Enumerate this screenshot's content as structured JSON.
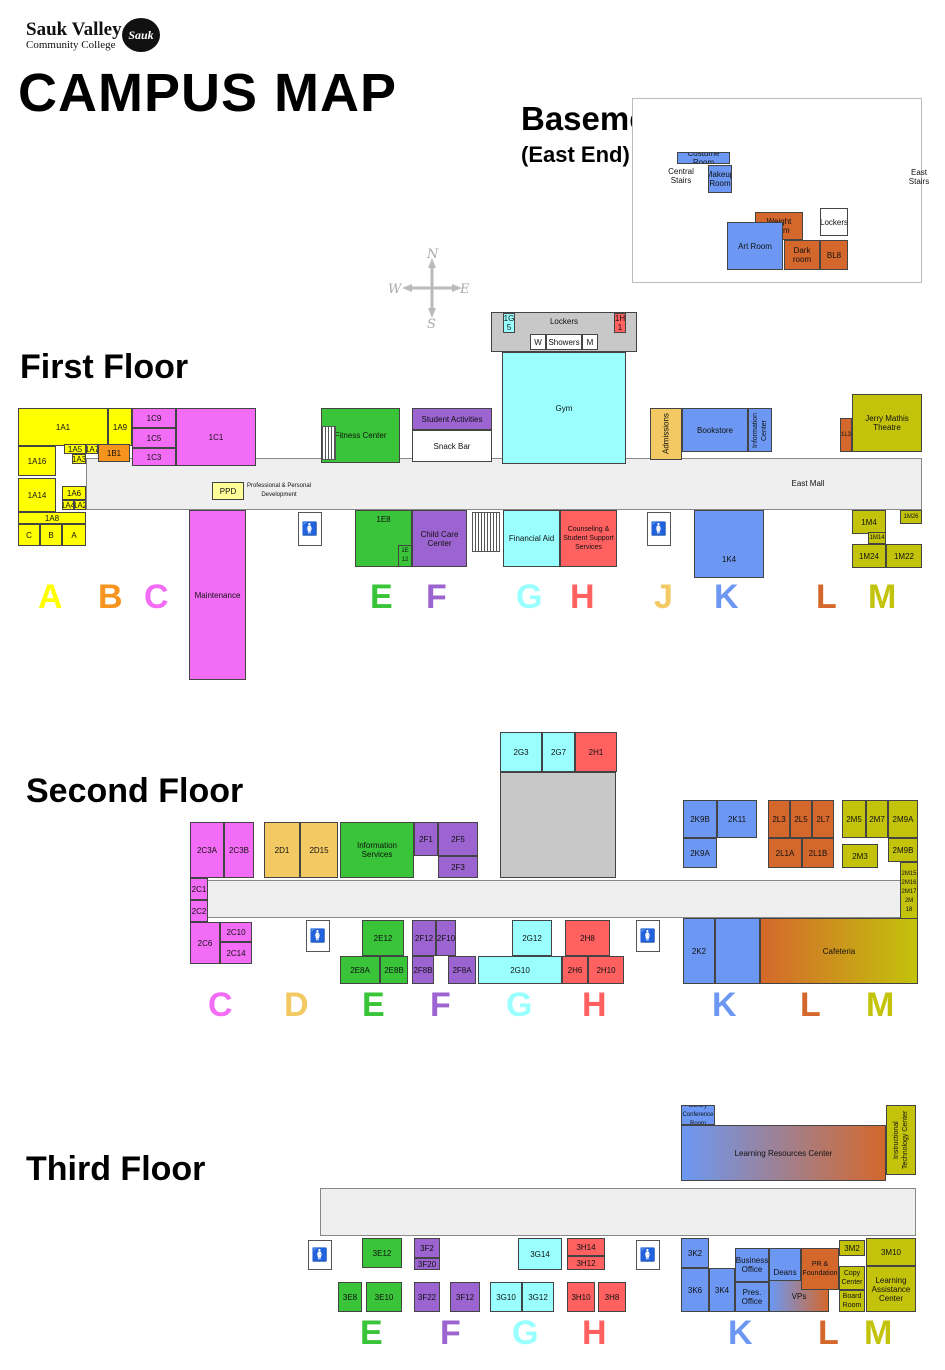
{
  "header": {
    "logo_line1": "Sauk Valley",
    "logo_line2": "Community College",
    "logo_badge": "Sauk",
    "title": "CAMPUS MAP"
  },
  "basement": {
    "title": "Basement",
    "subtitle": "(East End)",
    "rooms": {
      "costume": "Costume Room",
      "central_stairs": "Central Stairs",
      "makeup": "Makeup Room",
      "east_stairs": "East Stairs",
      "weight": "Weight Room",
      "lockers": "Lockers",
      "art": "Art Room",
      "dark": "Dark room",
      "bl8": "BL8"
    }
  },
  "compass": {
    "n": "N",
    "s": "S",
    "e": "E",
    "w": "W"
  },
  "first": {
    "title": "First Floor",
    "rooms": {
      "1a1": "1A1",
      "1a9": "1A9",
      "1a16": "1A16",
      "1a5": "1A5",
      "1a7": "1A7",
      "1a3": "1A3",
      "1a14": "1A14",
      "1a6": "1A6",
      "1a4": "1A4",
      "1a2": "1A2",
      "1a8": "1A8",
      "c": "C",
      "b": "B",
      "a": "A",
      "1b1": "1B1",
      "1c9": "1C9",
      "1c5": "1C5",
      "1c3": "1C3",
      "1c1": "1C1",
      "maintenance": "Maintenance",
      "ppd": "PPD",
      "ppd_label": "Professional & Personal Development",
      "fitness": "Fitness Center",
      "student_act": "Student Activities",
      "snack": "Snack Bar",
      "lockers": "Lockers",
      "1g5": "1G 5",
      "1h1": "1H 1",
      "w": "W",
      "showers": "Showers",
      "mm": "M",
      "gym": "Gym",
      "1e8": "1E8",
      "1e12": "1E 12",
      "child_care": "Child Care Center",
      "fin_aid": "Financial Aid",
      "counseling": "Counseling & Student Support Services",
      "admissions": "Admissions",
      "bookstore": "Bookstore",
      "info_center": "Information Center",
      "east_mall": "East Mall",
      "1k4": "1K4",
      "jerry": "Jerry Mathis Theatre",
      "1l3": "1L3",
      "1m4": "1M4",
      "1m26": "1M26",
      "1m14": "1M14",
      "1m24": "1M24",
      "1m22": "1M22"
    },
    "letters": [
      "A",
      "B",
      "C",
      "E",
      "F",
      "G",
      "H",
      "J",
      "K",
      "L",
      "M"
    ]
  },
  "second": {
    "title": "Second Floor",
    "rooms": {
      "2g3": "2G3",
      "2g7": "2G7",
      "2h1": "2H1",
      "2c3a": "2C3A",
      "2c3b": "2C3B",
      "2d1": "2D1",
      "2d15": "2D15",
      "info": "Information Services",
      "2f1": "2F1",
      "2f5": "2F5",
      "2f3": "2F3",
      "2k9b": "2K9B",
      "2k11": "2K11",
      "2k9a": "2K9A",
      "2l3": "2L3",
      "2l5": "2L5",
      "2l7": "2L7",
      "2l1a": "2L1A",
      "2l1b": "2L1B",
      "2m5": "2M5",
      "2m7": "2M7",
      "2m9a": "2M9A",
      "2m9b": "2M9B",
      "2m3": "2M3",
      "2m15": "2M15",
      "2m16": "2M16",
      "2m17": "2M17",
      "2m18": "2M 18",
      "2c1": "2C1",
      "2c2": "2C2",
      "2c6": "2C6",
      "2c10": "2C10",
      "2c14": "2C14",
      "2e12": "2E12",
      "2e8a": "2E8A",
      "2e8b": "2E8B",
      "2f12": "2F12",
      "2f10": "2F10",
      "2f8b": "2F8B",
      "2f8a": "2F8A",
      "2g12": "2G12",
      "2g10": "2G10",
      "2h8": "2H8",
      "2h6": "2H6",
      "2h10": "2H10",
      "2k2": "2K2",
      "cafeteria": "Cafeteria"
    },
    "letters": [
      "C",
      "D",
      "E",
      "F",
      "G",
      "H",
      "K",
      "L",
      "M"
    ]
  },
  "third": {
    "title": "Third Floor",
    "rooms": {
      "library": "Library Conference Room",
      "lrc": "Learning Resources Center",
      "itc": "Instructional Technology Center",
      "3e12": "3E12",
      "3e8": "3E8",
      "3e10": "3E10",
      "3f2": "3F2",
      "3f20": "3F20",
      "3f22": "3F22",
      "3f12": "3F12",
      "3g14": "3G14",
      "3g10": "3G10",
      "3g12": "3G12",
      "3h14": "3H14",
      "3h12": "3H12",
      "3h10": "3H10",
      "3h8": "3H8",
      "3k2": "3K2",
      "3k6": "3K6",
      "3k4": "3K4",
      "business": "Business Office",
      "pres": "Pres. Office",
      "deans": "Deans",
      "vps": "VPs",
      "pr": "PR & Foundation",
      "copy": "Copy Center",
      "board": "Board Room",
      "3m2": "3M2",
      "3m10": "3M10",
      "lac": "Learning Assistance Center"
    },
    "letters": [
      "E",
      "F",
      "G",
      "H",
      "K",
      "L",
      "M"
    ]
  },
  "colors": {
    "A": "#ffff00",
    "B": "#f7941d",
    "C": "#f36cf5",
    "D": "#f3c964",
    "E": "#39c439",
    "F": "#9b64d0",
    "G": "#99ffff",
    "H": "#ff6060",
    "J": "#f3c964",
    "K": "#6c98f3",
    "L": "#d4682c",
    "M": "#c3c30b"
  }
}
